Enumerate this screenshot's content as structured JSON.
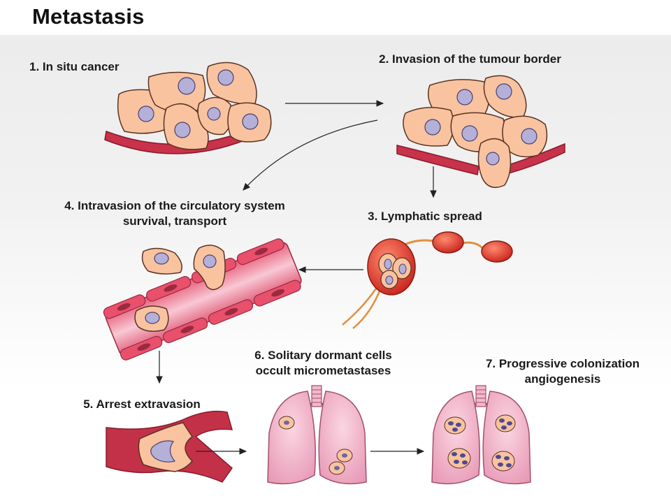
{
  "title": "Metastasis",
  "steps": {
    "s1": {
      "lines": [
        "1. In situ cancer"
      ]
    },
    "s2": {
      "lines": [
        "2. Invasion of the tumour border"
      ]
    },
    "s3": {
      "lines": [
        "3. Lymphatic spread"
      ]
    },
    "s4": {
      "lines": [
        "4. Intravasion of the circulatory system",
        "survival, transport"
      ]
    },
    "s5": {
      "lines": [
        "5. Arrest extravasion"
      ]
    },
    "s6": {
      "lines": [
        "6. Solitary dormant cells",
        "occult micrometastases"
      ]
    },
    "s7": {
      "lines": [
        "7. Progressive colonization",
        "angiogenesis"
      ]
    }
  },
  "colors": {
    "cell_fill": "#f9c3a0",
    "cell_stroke": "#5a3322",
    "nucleus_fill": "#b4b0d8",
    "vessel_red": "#d9445c",
    "vessel_pink": "#f2a6b6",
    "lymph_node": "#e0402a",
    "lymph_duct": "#e09040",
    "lung_fill": "#f2b8cc",
    "arrow": "#222222"
  }
}
